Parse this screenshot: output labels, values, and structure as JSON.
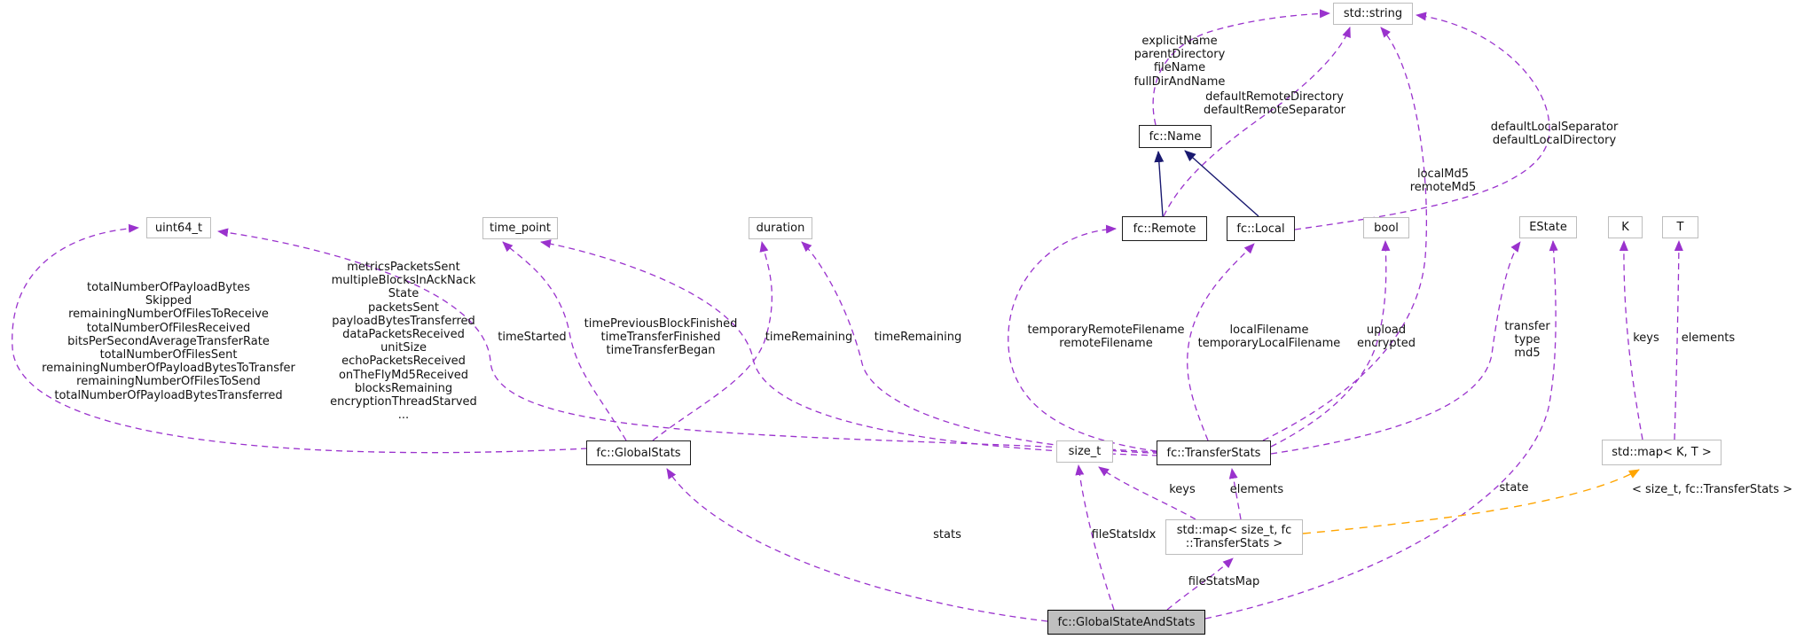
{
  "colors": {
    "usage_edge": "#9a32cd",
    "inheritance_edge": "#191970",
    "template_edge": "#ffa500",
    "linked_node_border": "#1c1c1c",
    "plain_node_border": "#bdbdbd",
    "main_node_fill": "#bfbfbf"
  },
  "nodes": {
    "uint64": {
      "label": "uint64_t"
    },
    "time_point": {
      "label": "time_point"
    },
    "duration": {
      "label": "duration"
    },
    "name": {
      "label": "fc::Name"
    },
    "string": {
      "label": "std::string"
    },
    "remote": {
      "label": "fc::Remote"
    },
    "local": {
      "label": "fc::Local"
    },
    "bool": {
      "label": "bool"
    },
    "estate": {
      "label": "EState"
    },
    "k": {
      "label": "K"
    },
    "t": {
      "label": "T"
    },
    "global_stats": {
      "label": "fc::GlobalStats"
    },
    "size_t": {
      "label": "size_t"
    },
    "transfer_stats": {
      "label": "fc::TransferStats"
    },
    "map_inst": {
      "label": "std::map< size_t, fc\n::TransferStats >"
    },
    "map_kt": {
      "label": "std::map< K, T >"
    },
    "main": {
      "label": "fc::GlobalStateAndStats"
    }
  },
  "edge_labels": {
    "global_stats_to_uint64": "totalNumberOfPayloadBytes\nSkipped\nremainingNumberOfFilesToReceive\ntotalNumberOfFilesReceived\nbitsPerSecondAverageTransferRate\ntotalNumberOfFilesSent\nremainingNumberOfPayloadBytesToTransfer\nremainingNumberOfFilesToSend\ntotalNumberOfPayloadBytesTransferred",
    "transfer_stats_to_uint64": "metricsPacketsSent\nmultipleBlocksInAckNack\nState\npacketsSent\npayloadBytesTransferred\ndataPacketsReceived\nunitSize\nechoPacketsReceived\nonTheFlyMd5Received\nblocksRemaining\nencryptionThreadStarved\n...",
    "global_stats_to_time_point": "timeStarted",
    "transfer_stats_to_time_point": "timePreviousBlockFinished\ntimeTransferFinished\ntimeTransferBegan",
    "global_stats_to_duration": "timeRemaining",
    "transfer_stats_to_duration": "timeRemaining",
    "transfer_stats_to_remote": "temporaryRemoteFilename\nremoteFilename",
    "transfer_stats_to_local": "localFilename\ntemporaryLocalFilename",
    "transfer_stats_to_bool": "upload\nencrypted",
    "transfer_stats_to_estate": "transfer\ntype\nmd5",
    "name_to_string": "explicitName\nparentDirectory\nfileName\nfullDirAndName",
    "remote_to_string": "defaultRemoteDirectory\ndefaultRemoteSeparator",
    "local_to_string": "defaultLocalSeparator\ndefaultLocalDirectory",
    "transfer_stats_to_string": "localMd5\nremoteMd5",
    "map_inst_keys": "keys",
    "map_inst_elements": "elements",
    "map_kt_keys": "keys",
    "map_kt_elements": "elements",
    "main_to_global_stats": "stats",
    "main_to_size_t": "fileStatsIdx",
    "main_to_map": "fileStatsMap",
    "main_to_estate": "state",
    "template_instantiation_args": "< size_t, fc::TransferStats >"
  }
}
